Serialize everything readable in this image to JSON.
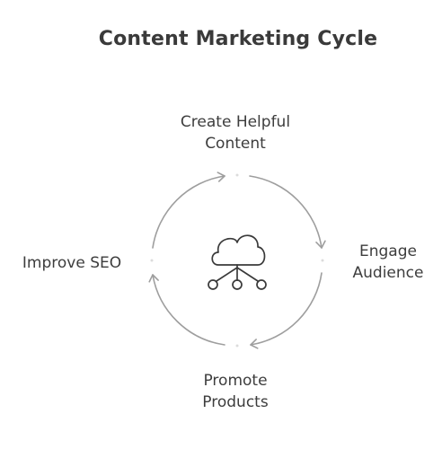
{
  "title": "Content Marketing Cycle",
  "center_icon": "cloud-network-icon",
  "stages": [
    {
      "label": "Create Helpful\nContent"
    },
    {
      "label": "Engage\nAudience"
    },
    {
      "label": "Promote\nProducts"
    },
    {
      "label": "Improve SEO"
    }
  ],
  "colors": {
    "text": "#3d3d3d",
    "arrow": "#9e9e9e",
    "icon": "#3a3a3a"
  }
}
